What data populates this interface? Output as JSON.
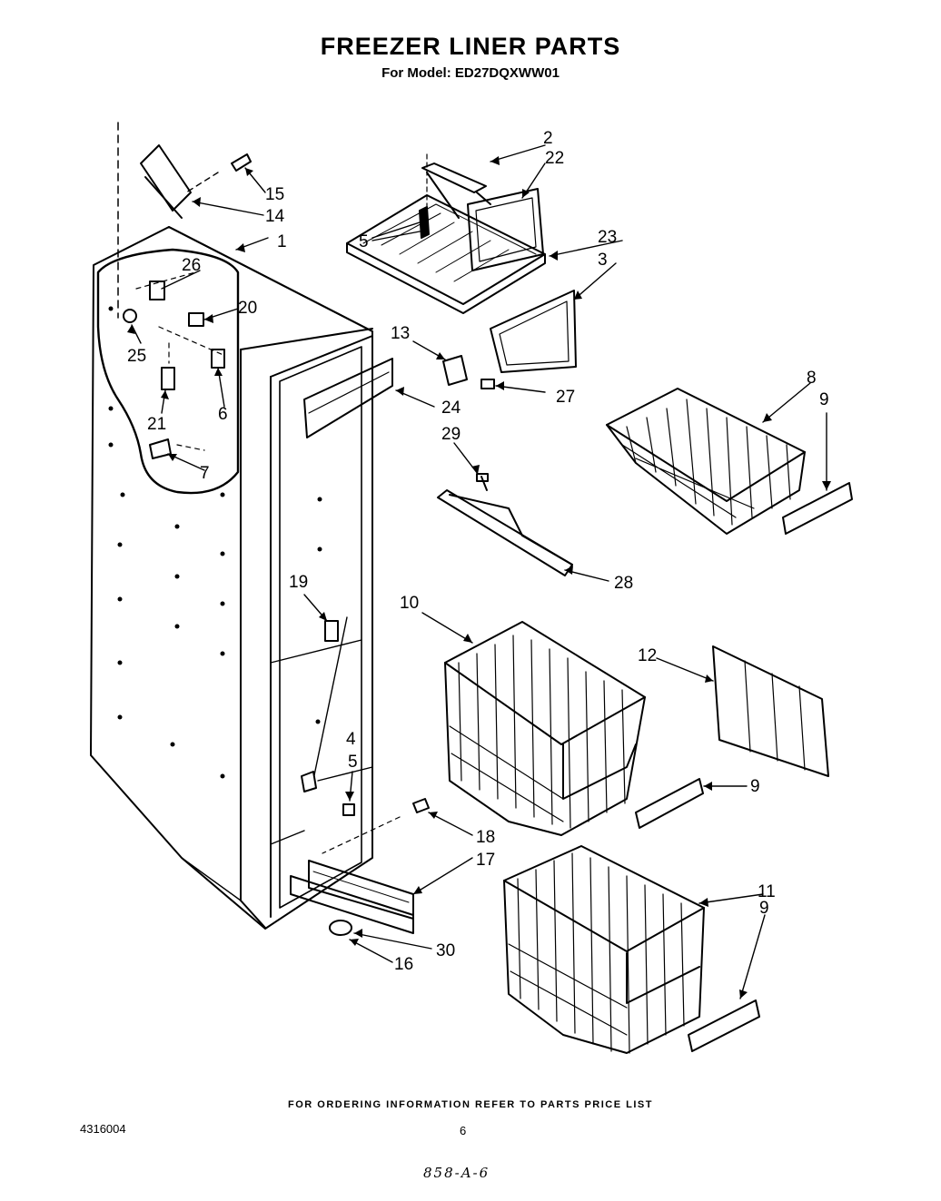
{
  "title": "FREEZER LINER PARTS",
  "subtitle": "For Model: ED27DQXWW01",
  "footer_note": "FOR ORDERING INFORMATION REFER TO PARTS PRICE LIST",
  "document_number": "4316004",
  "page_number": "6",
  "handwritten_note": "858-A-6",
  "callouts": [
    "1",
    "2",
    "3",
    "4",
    "5",
    "5",
    "6",
    "7",
    "8",
    "9",
    "9",
    "9",
    "10",
    "11",
    "12",
    "13",
    "14",
    "15",
    "16",
    "17",
    "18",
    "19",
    "20",
    "21",
    "22",
    "23",
    "24",
    "25",
    "26",
    "27",
    "28",
    "29",
    "30"
  ]
}
